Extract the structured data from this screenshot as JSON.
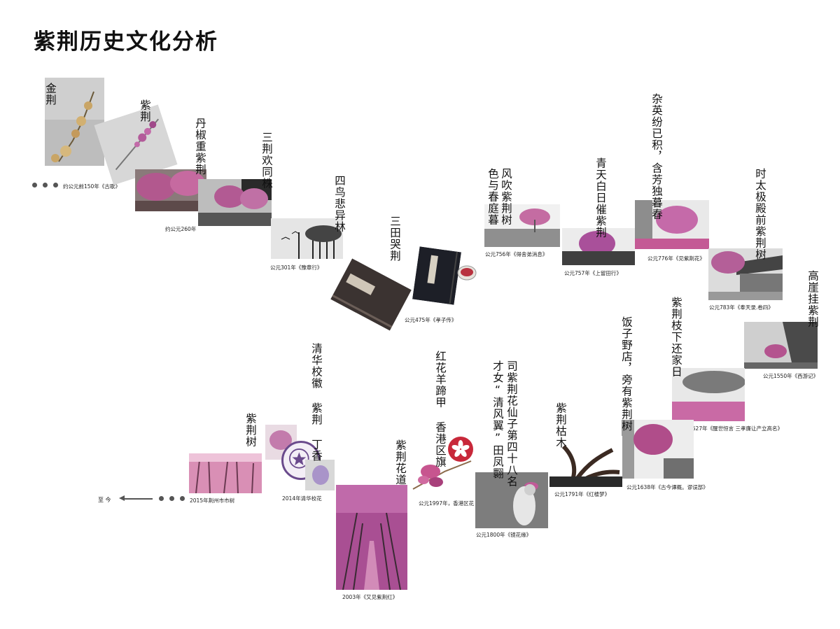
{
  "title": "紫荆历史文化分析",
  "colors": {
    "accent": "#b0397e",
    "pink": "#d879b0",
    "dark": "#222222"
  },
  "timeline": {
    "start_caption": "约公元前150年《古歌》",
    "end_label": "至 今"
  },
  "items": [
    {
      "poem": "金荆",
      "caption": ""
    },
    {
      "poem": "紫荆",
      "caption": ""
    },
    {
      "poem": "丹椒重紫荆",
      "caption": "约公元260年"
    },
    {
      "poem": "三荆欢同株",
      "caption": ""
    },
    {
      "poem": "四鸟悲异林",
      "caption": "公元301年《豫章行》"
    },
    {
      "poem": "三田哭荆",
      "caption": "公元475年《孝子传》"
    },
    {
      "poem": "风吹紫荆树",
      "poem2": "色与春庭暮",
      "caption": "公元756年《得舍弟消息》"
    },
    {
      "poem": "青天白日催紫荆",
      "caption": "公元757年《上留田行》"
    },
    {
      "poem": "杂英纷已积，含芳独暮春",
      "caption": "公元776年《见紫荆花》"
    },
    {
      "poem": "时太极殿前紫荆树",
      "caption": "公元783年《奉天录.卷四》"
    },
    {
      "poem": "高崖挂紫荆",
      "caption": "公元1550年《西游记》"
    },
    {
      "poem": "紫荆枝下还家日",
      "caption": "公元1627年《醒世恒言 三孝廉让产立高名》"
    },
    {
      "poem": "饭子野店，旁有紫荆树",
      "caption": "公元1638年《古今谭概。谬误部》"
    },
    {
      "poem": "紫荆枯木",
      "caption": "公元1791年《红楼梦》"
    },
    {
      "poem": "司紫荆花仙子第四十八名",
      "poem2": "才女“清风翼”田凤翾",
      "caption": "公元1800年《镜花缘》"
    },
    {
      "poem": "红花羊蹄甲 香港区旗",
      "caption": "公元1997年，香港区花"
    },
    {
      "poem": "紫荆花道",
      "caption": "2003年《又见紫荆红》"
    },
    {
      "poem": "清华校徽 紫荆 丁香",
      "caption": "2014年清华校花"
    },
    {
      "poem": "紫荆树",
      "caption": "2015年荆州市市树"
    }
  ]
}
